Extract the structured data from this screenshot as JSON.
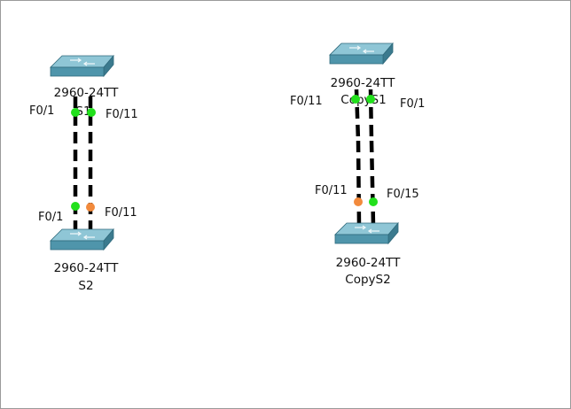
{
  "colors": {
    "link": "#000000",
    "port_up": "#22e01c",
    "port_blocking": "#f28a3c",
    "switch_top": "#8fc6d6",
    "switch_front": "#4f95ab",
    "switch_side": "#3b7a8e",
    "switch_stroke": "#2f6a7c"
  },
  "devices": [
    {
      "id": "s1",
      "model": "2960-24TT",
      "name": "S1"
    },
    {
      "id": "s2",
      "model": "2960-24TT",
      "name": "S2"
    },
    {
      "id": "copys1",
      "model": "2960-24TT",
      "name": "CopyS1"
    },
    {
      "id": "copys2",
      "model": "2960-24TT",
      "name": "CopyS2"
    }
  ],
  "links": [
    {
      "id": "s1-s2-a",
      "a": {
        "device": "s1",
        "port": "F0/1",
        "state": "up"
      },
      "b": {
        "device": "s2",
        "port": "F0/1",
        "state": "up"
      }
    },
    {
      "id": "s1-s2-b",
      "a": {
        "device": "s1",
        "port": "F0/11",
        "state": "up"
      },
      "b": {
        "device": "s2",
        "port": "F0/11",
        "state": "blocking"
      }
    },
    {
      "id": "copys1-copys2-a",
      "a": {
        "device": "copys1",
        "port": "F0/11",
        "state": "up"
      },
      "b": {
        "device": "copys2",
        "port": "F0/11",
        "state": "blocking"
      }
    },
    {
      "id": "copys1-copys2-b",
      "a": {
        "device": "copys1",
        "port": "F0/1",
        "state": "up"
      },
      "b": {
        "device": "copys2",
        "port": "F0/15",
        "state": "up"
      }
    }
  ]
}
